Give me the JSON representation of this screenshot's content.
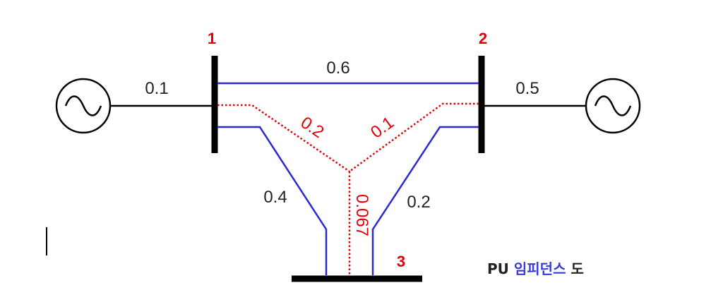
{
  "buses": [
    {
      "label": "1"
    },
    {
      "label": "2"
    },
    {
      "label": "3"
    }
  ],
  "generator_impedances": {
    "bus1": "0.1",
    "bus2": "0.5"
  },
  "line_impedances": {
    "bus1_bus2": "0.6",
    "bus1_bus3": "0.4",
    "bus2_bus3": "0.2"
  },
  "star_impedances": {
    "branch1": "0.2",
    "branch2": "0.1",
    "branch3": "0.067"
  },
  "caption": {
    "prefix": "PU",
    "highlight": "임피던스",
    "suffix": "도"
  },
  "colors": {
    "line": "#2a2ad0",
    "star": "#e0000a",
    "bus": "#000000",
    "caption_highlight": "#3a3ad6"
  }
}
